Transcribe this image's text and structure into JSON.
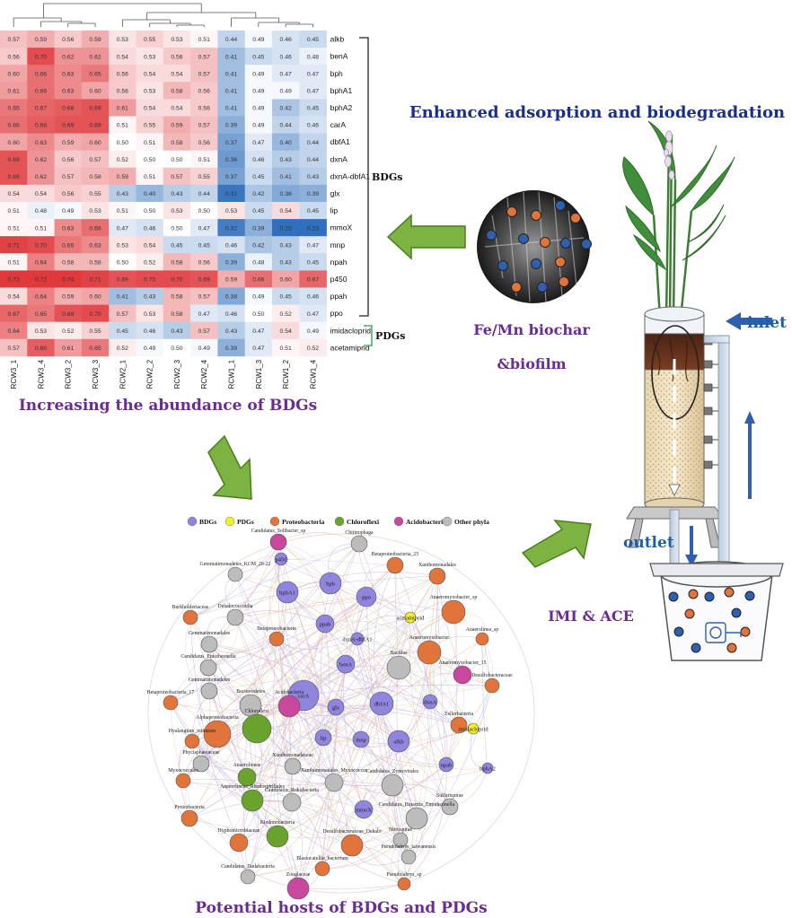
{
  "heatmap": {
    "columns": [
      "RCW3_1",
      "RCW3_4",
      "RCW3_2",
      "RCW3_3",
      "RCW2_1",
      "RCW2_2",
      "RCW2_3",
      "RCW2_4",
      "RCW1_1",
      "RCW1_3",
      "RCW1_2",
      "RCW1_4"
    ],
    "rows": [
      {
        "gene": "alkb",
        "values": [
          0.57,
          0.59,
          0.56,
          0.59,
          0.53,
          0.55,
          0.53,
          0.51,
          0.44,
          0.49,
          0.46,
          0.45
        ]
      },
      {
        "gene": "benA",
        "values": [
          0.56,
          0.7,
          0.62,
          0.62,
          0.54,
          0.53,
          0.56,
          0.57,
          0.41,
          0.45,
          0.46,
          0.48
        ]
      },
      {
        "gene": "bph",
        "values": [
          0.6,
          0.66,
          0.63,
          0.65,
          0.56,
          0.54,
          0.54,
          0.57,
          0.41,
          0.49,
          0.47,
          0.47
        ]
      },
      {
        "gene": "bphA1",
        "values": [
          0.61,
          0.66,
          0.63,
          0.6,
          0.56,
          0.53,
          0.58,
          0.56,
          0.41,
          0.49,
          0.49,
          0.47
        ]
      },
      {
        "gene": "bphA2",
        "values": [
          0.65,
          0.67,
          0.68,
          0.69,
          0.61,
          0.54,
          0.54,
          0.56,
          0.41,
          0.49,
          0.42,
          0.45
        ]
      },
      {
        "gene": "carA",
        "values": [
          0.66,
          0.68,
          0.69,
          0.69,
          0.51,
          0.55,
          0.59,
          0.57,
          0.39,
          0.49,
          0.44,
          0.46
        ]
      },
      {
        "gene": "dbfA1",
        "values": [
          0.6,
          0.63,
          0.59,
          0.6,
          0.5,
          0.51,
          0.58,
          0.56,
          0.37,
          0.47,
          0.4,
          0.44
        ]
      },
      {
        "gene": "dxnA",
        "values": [
          0.69,
          0.62,
          0.56,
          0.57,
          0.52,
          0.5,
          0.5,
          0.51,
          0.36,
          0.46,
          0.43,
          0.44
        ]
      },
      {
        "gene": "dxnA-dbfA1",
        "values": [
          0.69,
          0.62,
          0.57,
          0.58,
          0.59,
          0.51,
          0.57,
          0.55,
          0.37,
          0.45,
          0.41,
          0.43
        ]
      },
      {
        "gene": "glx",
        "values": [
          0.54,
          0.54,
          0.56,
          0.55,
          0.43,
          0.4,
          0.43,
          0.44,
          0.31,
          0.42,
          0.38,
          0.39
        ]
      },
      {
        "gene": "lip",
        "values": [
          0.51,
          0.48,
          0.49,
          0.53,
          0.51,
          0.5,
          0.53,
          0.5,
          0.53,
          0.45,
          0.54,
          0.45
        ]
      },
      {
        "gene": "mmoX",
        "values": [
          0.51,
          0.51,
          0.63,
          0.66,
          0.47,
          0.46,
          0.5,
          0.47,
          0.32,
          0.39,
          0.22,
          0.23
        ]
      },
      {
        "gene": "mnp",
        "values": [
          0.71,
          0.7,
          0.65,
          0.63,
          0.53,
          0.54,
          0.45,
          0.45,
          0.46,
          0.42,
          0.43,
          0.47
        ]
      },
      {
        "gene": "npah",
        "values": [
          0.51,
          0.64,
          0.58,
          0.58,
          0.5,
          0.52,
          0.58,
          0.56,
          0.39,
          0.48,
          0.43,
          0.45
        ]
      },
      {
        "gene": "p450",
        "values": [
          0.72,
          0.72,
          0.74,
          0.71,
          0.69,
          0.7,
          0.7,
          0.69,
          0.59,
          0.66,
          0.6,
          0.67
        ]
      },
      {
        "gene": "ppah",
        "values": [
          0.54,
          0.64,
          0.59,
          0.6,
          0.41,
          0.43,
          0.58,
          0.57,
          0.38,
          0.49,
          0.45,
          0.46
        ]
      },
      {
        "gene": "ppo",
        "values": [
          0.67,
          0.65,
          0.69,
          0.7,
          0.57,
          0.53,
          0.58,
          0.47,
          0.46,
          0.5,
          0.52,
          0.47
        ]
      },
      {
        "gene": "imidacloprid",
        "values": [
          0.64,
          0.53,
          0.52,
          0.55,
          0.45,
          0.46,
          0.43,
          0.57,
          0.43,
          0.47,
          0.54,
          0.49
        ]
      },
      {
        "gene": "acetamiprid",
        "values": [
          0.57,
          0.68,
          0.61,
          0.65,
          0.52,
          0.49,
          0.5,
          0.49,
          0.39,
          0.47,
          0.51,
          0.52
        ]
      }
    ],
    "bracket_bdg": "BDGs",
    "bracket_pdg": "PDGs",
    "colors": {
      "low": "#2f6fbd",
      "mid": "#ffffff",
      "high": "#e0393c"
    },
    "low_value": 0.3,
    "mid_value": 0.5,
    "high_value": 0.72
  },
  "captions": {
    "heatmap": "Increasing the abundance of BDGs",
    "network": "Potential hosts of BDGs and PDGs",
    "adsorption": "Enhanced adsorption and biodegradation",
    "biochar": "Fe/Mn biochar",
    "biofilm": "&biofilm",
    "inlet": "inlet",
    "outlet": "outlet",
    "pesticides": "IMI & ACE"
  },
  "network": {
    "legend": [
      {
        "label": "BDGs",
        "color": "#8f84de"
      },
      {
        "label": "PDGs",
        "color": "#f2ee2e"
      },
      {
        "label": "Proteobacteria",
        "color": "#e0743b"
      },
      {
        "label": "Chloroflexi",
        "color": "#6aa22e"
      },
      {
        "label": "Acidobacteria",
        "color": "#c9479c"
      },
      {
        "label": "Other phyla",
        "color": "#bcbcbc"
      }
    ],
    "nodes": [
      {
        "label": "Candidatus_Solibacter_sp",
        "group": "Acidobacteria",
        "size": 9
      },
      {
        "label": "Chitinophaga",
        "group": "Other phyla",
        "size": 9
      },
      {
        "label": "p450",
        "group": "BDGs",
        "size": 7
      },
      {
        "label": "Betaproteobacteria_25",
        "group": "Proteobacteria",
        "size": 9
      },
      {
        "label": "Xanthomonadales",
        "group": "Proteobacteria",
        "size": 9
      },
      {
        "label": "Gemmatimonadetes_KCM_20-22",
        "group": "Other phyla",
        "size": 8
      },
      {
        "label": "bphA1",
        "group": "BDGs",
        "size": 12
      },
      {
        "label": "bph",
        "group": "BDGs",
        "size": 12
      },
      {
        "label": "ppo",
        "group": "BDGs",
        "size": 11
      },
      {
        "label": "Anaeromyxobacter_sp",
        "group": "Proteobacteria",
        "size": 13
      },
      {
        "label": "Burkholderiaceae",
        "group": "Proteobacteria",
        "size": 8
      },
      {
        "label": "Dehalococcoidia",
        "group": "Other phyla",
        "size": 9
      },
      {
        "label": "ppah",
        "group": "BDGs",
        "size": 10
      },
      {
        "label": "acetamiprid",
        "group": "PDGs",
        "size": 6
      },
      {
        "label": "Gemmatimonadales",
        "group": "Other phyla",
        "size": 9
      },
      {
        "label": "Betaproteobacteria",
        "group": "Proteobacteria",
        "size": 8
      },
      {
        "label": "dxnA-dbfA1",
        "group": "BDGs",
        "size": 7
      },
      {
        "label": "Anaeromyxobacter",
        "group": "Proteobacteria",
        "size": 13
      },
      {
        "label": "Anaerolinea_sp",
        "group": "Proteobacteria",
        "size": 7
      },
      {
        "label": "Candidatus_Entotheonella",
        "group": "Other phyla",
        "size": 9
      },
      {
        "label": "benA",
        "group": "BDGs",
        "size": 10
      },
      {
        "label": "Bacillus",
        "group": "Other phyla",
        "size": 13
      },
      {
        "label": "Anaeromyxobacter_15",
        "group": "Acidobacteria",
        "size": 10
      },
      {
        "label": "carA",
        "group": "BDGs",
        "size": 17
      },
      {
        "label": "Desulfobacteraceae",
        "group": "Proteobacteria",
        "size": 8
      },
      {
        "label": "Gemmatimonadetes",
        "group": "Other phyla",
        "size": 9
      },
      {
        "label": "Betaproteobacteria_17",
        "group": "Proteobacteria",
        "size": 8
      },
      {
        "label": "Bacteroidetes",
        "group": "Other phyla",
        "size": 12
      },
      {
        "label": "Acidobacteria",
        "group": "Acidobacteria",
        "size": 12
      },
      {
        "label": "glx",
        "group": "BDGs",
        "size": 9
      },
      {
        "label": "dbfA1",
        "group": "BDGs",
        "size": 13
      },
      {
        "label": "dxnA",
        "group": "BDGs",
        "size": 8
      },
      {
        "label": "Alphaproteobacteria",
        "group": "Proteobacteria",
        "size": 15
      },
      {
        "label": "Chloroflexi",
        "group": "Chloroflexi",
        "size": 16
      },
      {
        "label": "lip",
        "group": "BDGs",
        "size": 9
      },
      {
        "label": "mnp",
        "group": "BDGs",
        "size": 9
      },
      {
        "label": "alkb",
        "group": "BDGs",
        "size": 12
      },
      {
        "label": "Zellerbacteria",
        "group": "Proteobacteria",
        "size": 9
      },
      {
        "label": "imidacloprid",
        "group": "PDGs",
        "size": 6
      },
      {
        "label": "Hyalangium_minutum",
        "group": "Proteobacteria",
        "size": 8
      },
      {
        "label": "Phycisphaeraceae",
        "group": "Other phyla",
        "size": 9
      },
      {
        "label": "Xanthomonadaceae",
        "group": "Other phyla",
        "size": 9
      },
      {
        "label": "Myxococcales",
        "group": "Proteobacteria",
        "size": 8
      },
      {
        "label": "Anaerolineae",
        "group": "Chloroflexi",
        "size": 10
      },
      {
        "label": "Xanthomonadales_Myxococcus",
        "group": "Other phyla",
        "size": 10
      },
      {
        "label": "npah",
        "group": "BDGs",
        "size": 8
      },
      {
        "label": "mmoX",
        "group": "BDGs",
        "size": 10
      },
      {
        "label": "bphA2",
        "group": "BDGs",
        "size": 6
      },
      {
        "label": "Candidatus_Zymovirales",
        "group": "Other phyla",
        "size": 12
      },
      {
        "label": "Anaerolineae_Rhodospirillales",
        "group": "Chloroflexi",
        "size": 12
      },
      {
        "label": "Sulfurispirae",
        "group": "Other phyla",
        "size": 9
      },
      {
        "label": "Proteobacteria",
        "group": "Proteobacteria",
        "size": 9
      },
      {
        "label": "Candidatus_Rokubacteria",
        "group": "Other phyla",
        "size": 10
      },
      {
        "label": "Candidatus_Bipartite_Entotheonella",
        "group": "Other phyla",
        "size": 12
      },
      {
        "label": "Ktedonobacteria",
        "group": "Chloroflexi",
        "size": 12
      },
      {
        "label": "Hyphomicrobiaceae",
        "group": "Proteobacteria",
        "size": 10
      },
      {
        "label": "Desulfobacteraceae_Dehalo",
        "group": "Proteobacteria",
        "size": 12
      },
      {
        "label": "Nitrospirae",
        "group": "Other phyla",
        "size": 8
      },
      {
        "label": "Pseudolabrys_taiwanensis",
        "group": "Other phyla",
        "size": 8
      },
      {
        "label": "Blastocatellia_bacterium",
        "group": "Proteobacteria",
        "size": 8
      },
      {
        "label": "Candidatus_Dadabacteria",
        "group": "Other phyla",
        "size": 8
      },
      {
        "label": "Zooglaceae",
        "group": "Acidobacteria",
        "size": 12
      },
      {
        "label": "Pseudolabrys_sp",
        "group": "Proteobacteria",
        "size": 7
      }
    ]
  }
}
